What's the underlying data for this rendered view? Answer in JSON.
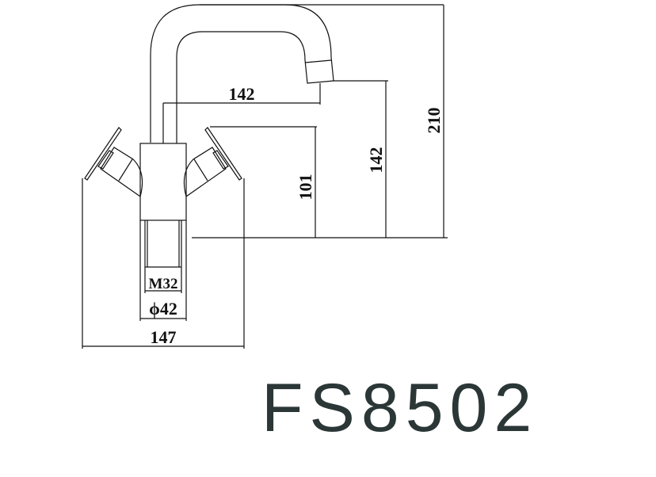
{
  "model": "FS8502",
  "dimensions": {
    "spout_reach": "142",
    "spout_height": "142",
    "handle_height": "101",
    "total_height": "210",
    "total_width": "147",
    "thread": "M32",
    "base_diameter": "ϕ42"
  },
  "colors": {
    "line": "#111111",
    "title": "#2b3636"
  }
}
